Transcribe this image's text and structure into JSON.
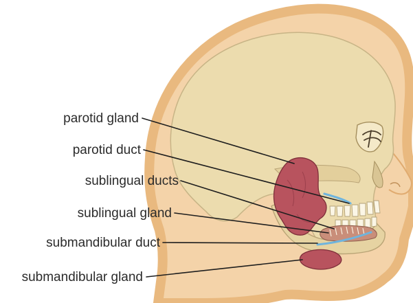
{
  "labels": {
    "parotid_gland": "parotid gland",
    "parotid_duct": "parotid duct",
    "sublingual_ducts": "sublingual ducts",
    "sublingual_gland": "sublingual gland",
    "submandibular_duct": "submandibular duct",
    "submandibular_gland": "submandibular gland"
  },
  "colors": {
    "skin_outline": "#e9b97f",
    "skin_fill": "#f4d3a9",
    "bone": "#ecdcae",
    "bone_edge": "#c7b486",
    "gland": "#b8535e",
    "gland_dark": "#7e2f3a",
    "duct": "#6fb4dd"
  }
}
